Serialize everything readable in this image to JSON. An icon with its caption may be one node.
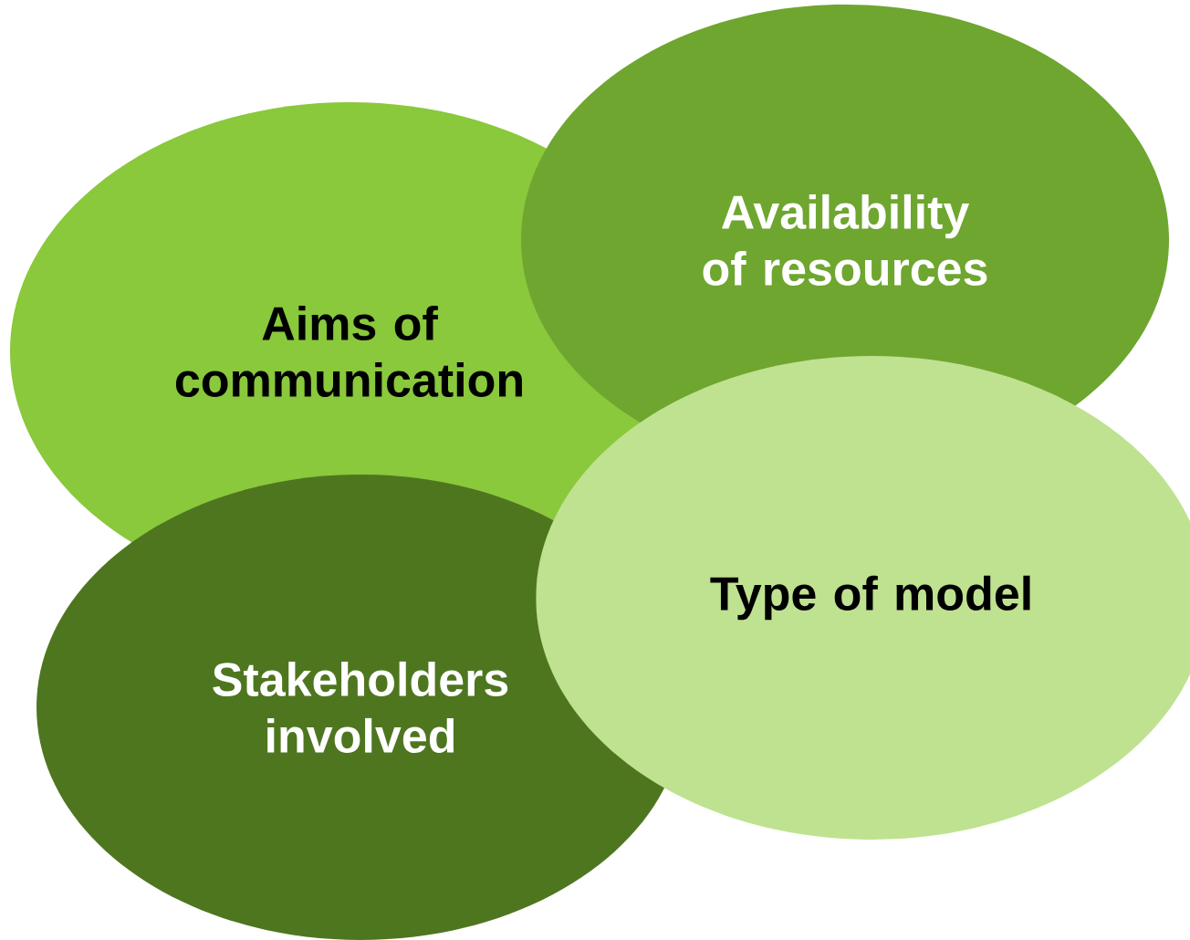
{
  "diagram": {
    "nodes": [
      {
        "text": [
          "Aims of communication"
        ]
      },
      {
        "text": [
          "Availability of resources"
        ]
      },
      {
        "text": [
          "Stakeholders involved"
        ]
      },
      {
        "text": [
          "Type of model"
        ]
      }
    ]
  }
}
